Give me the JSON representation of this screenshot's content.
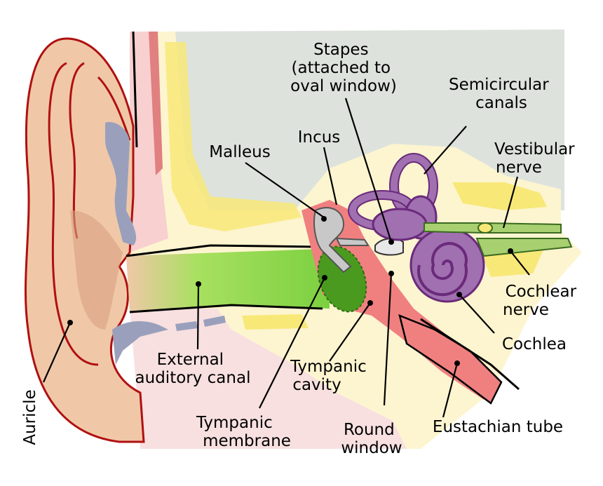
{
  "labels": {
    "stapes": [
      "Stapes",
      "(attached to",
      "oval window)"
    ],
    "semicircular_canals": [
      "Semicircular",
      "canals"
    ],
    "incus": "Incus",
    "malleus": "Malleus",
    "vestibular_nerve": [
      "Vestibular",
      "nerve"
    ],
    "cochlear_nerve": [
      "Cochlear",
      "nerve"
    ],
    "cochlea": "Cochlea",
    "external_auditory_canal": [
      "External",
      "auditory canal"
    ],
    "tympanic_cavity": [
      "Tympanic",
      "cavity"
    ],
    "tympanic_membrane": [
      "Tympanic",
      "membrane"
    ],
    "round_window": [
      "Round",
      "window"
    ],
    "eustachian_tube": "Eustachian tube",
    "auricle": "Auricle"
  },
  "colors": {
    "skin": "#f0c8a8",
    "skin_dark": "#d8a080",
    "skin_outline": "#b01010",
    "bone_pink": "#f8d8d8",
    "bone_cream": "#fdf5d0",
    "bone_yellow": "#f8e878",
    "skull_gray": "#dde3dc",
    "cartilage_blue": "#9aa0bc",
    "canal_green": "#90d850",
    "membrane_green": "#4a9a20",
    "middle_ear_red": "#f08080",
    "inner_ear_purple": "#a070b0",
    "inner_ear_outline": "#6a2a7a",
    "nerve_green": "#a8d070",
    "ossicle_gray": "#c8c8c8"
  }
}
